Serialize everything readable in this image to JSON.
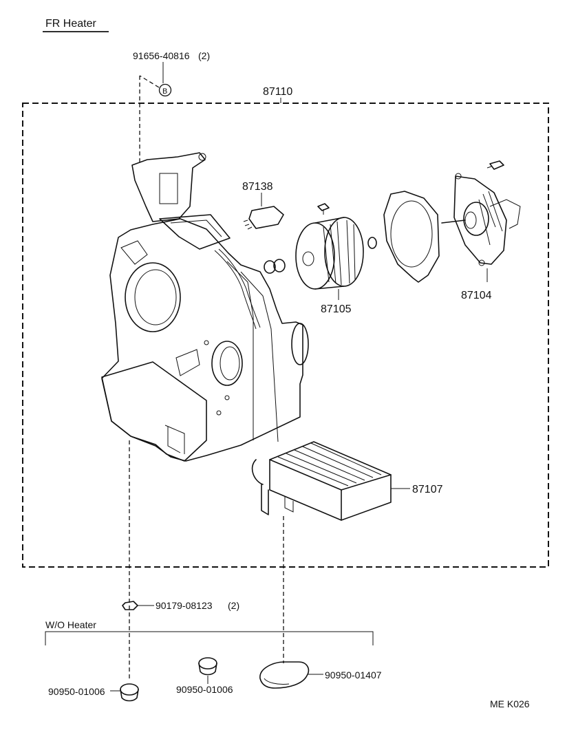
{
  "header": {
    "title": "FR  Heater"
  },
  "assembly": {
    "number": "87110"
  },
  "parts": {
    "bolt": {
      "number": "91656-40816",
      "qty": "(2)",
      "ref_mark": "B"
    },
    "resistor": {
      "number": "87138"
    },
    "fan": {
      "number": "87105"
    },
    "motor": {
      "number": "87104"
    },
    "core": {
      "number": "87107"
    },
    "nut": {
      "number": "90179-08123",
      "qty": "(2)"
    }
  },
  "wo_heater": {
    "label": "W/O Heater",
    "plug_left": {
      "number": "90950-01006"
    },
    "plug_mid": {
      "number": "90950-01006"
    },
    "plug_right": {
      "number": "90950-01407"
    }
  },
  "footer": {
    "code": "ME  K026"
  }
}
